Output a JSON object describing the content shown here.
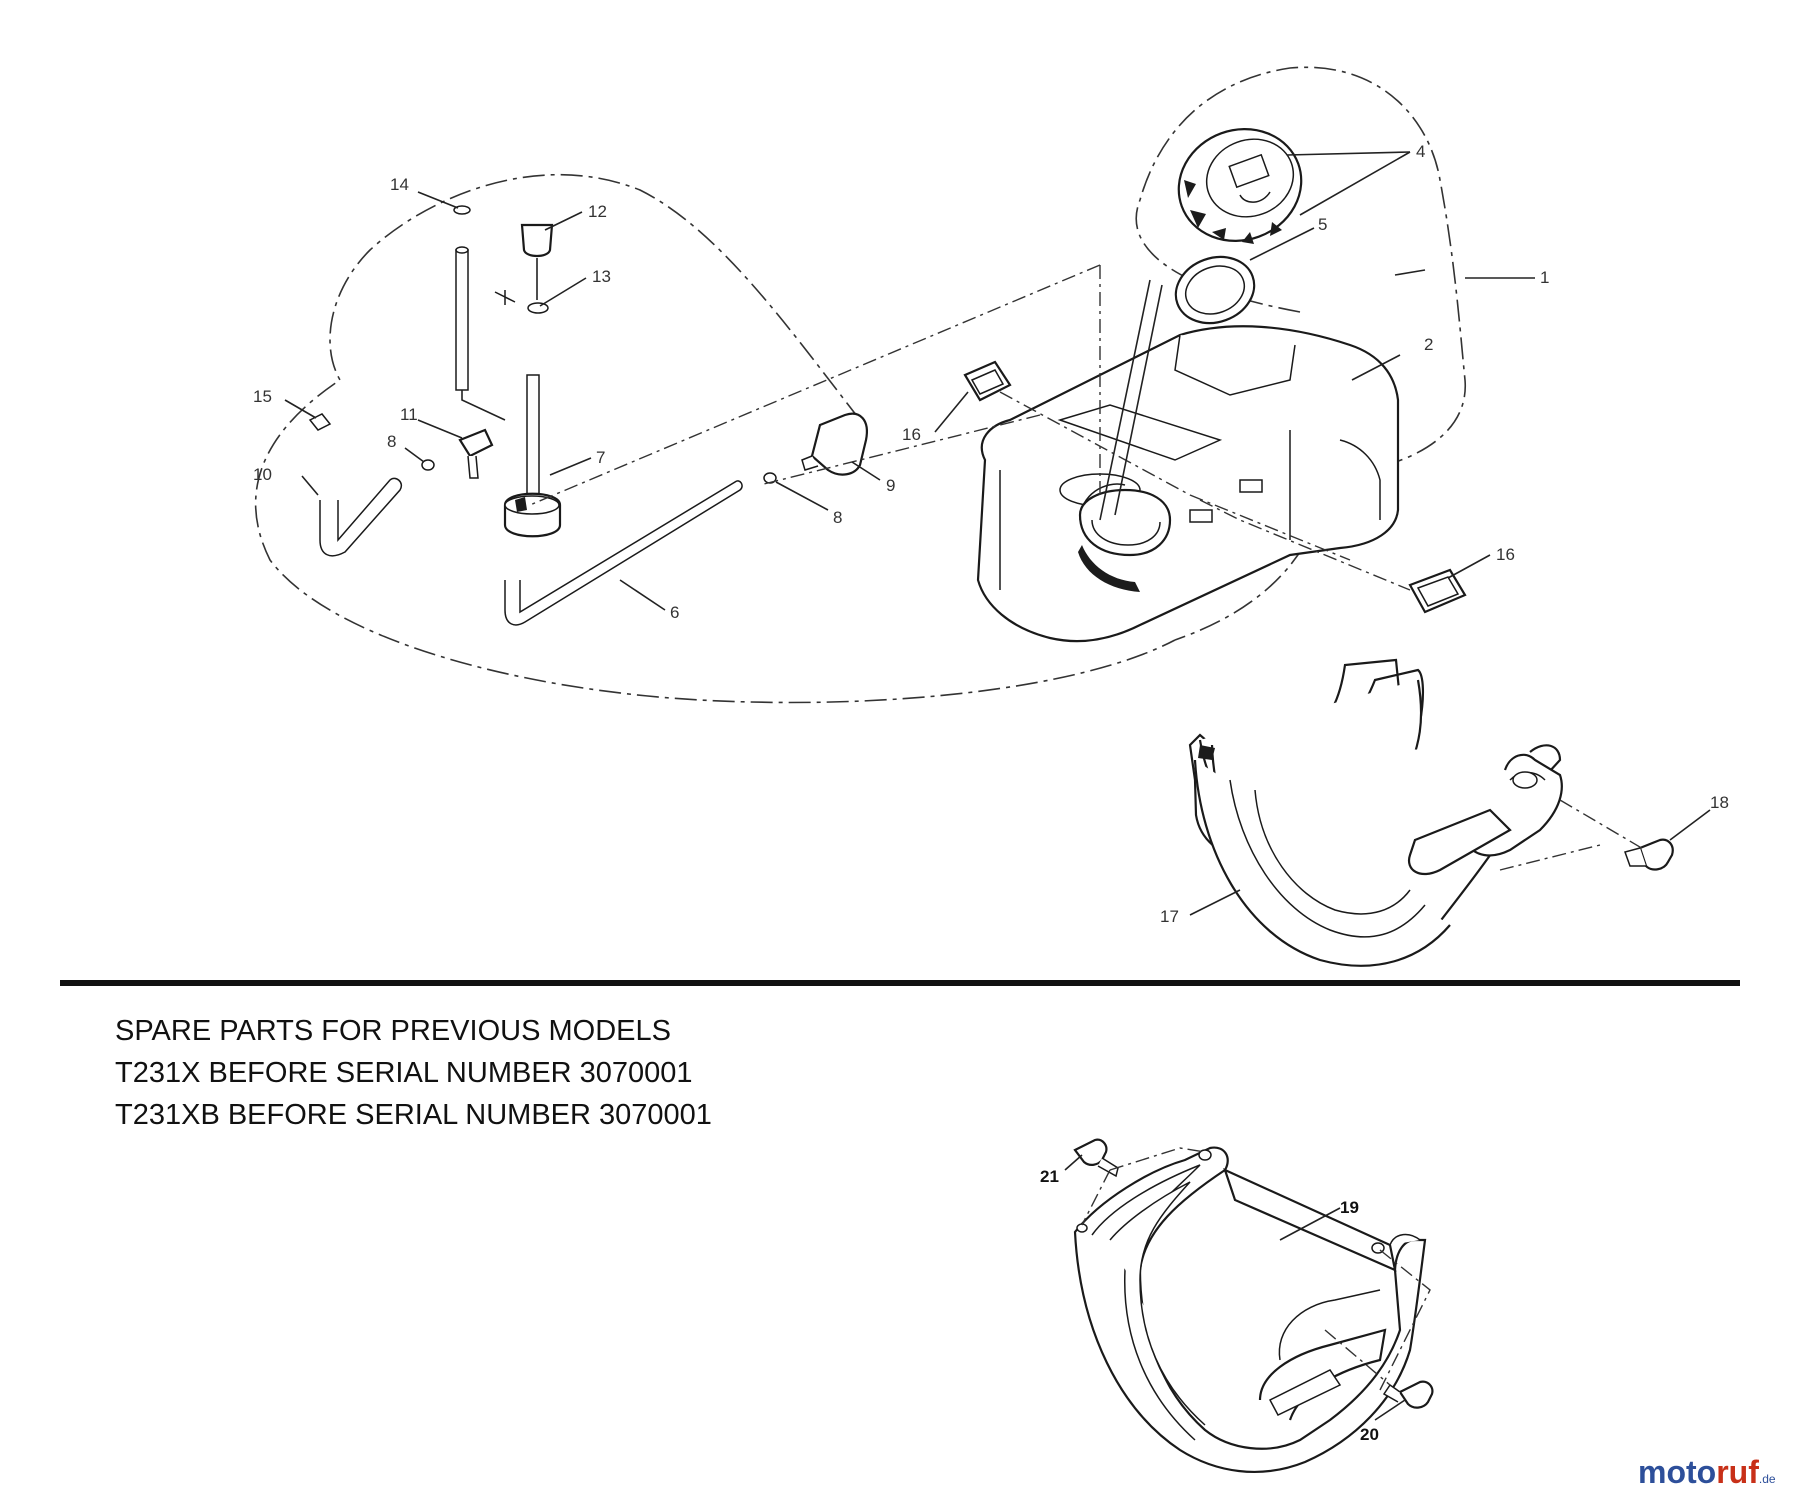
{
  "callouts": {
    "c1": "1",
    "c2": "2",
    "c4": "4",
    "c5": "5",
    "c6": "6",
    "c7": "7",
    "c8a": "8",
    "c8b": "8",
    "c9": "9",
    "c10": "10",
    "c11": "11",
    "c12": "12",
    "c13": "13",
    "c14": "14",
    "c15": "15",
    "c16a": "16",
    "c16b": "16",
    "c17": "17",
    "c18": "18",
    "c19": "19",
    "c20": "20",
    "c21": "21"
  },
  "note": {
    "line1": "SPARE PARTS FOR PREVIOUS MODELS",
    "line2": "T231X BEFORE SERIAL NUMBER 3070001",
    "line3": "T231XB BEFORE SERIAL NUMBER 3070001"
  },
  "watermark": {
    "part1": "moto",
    "part2": "ruf",
    "suffix": ".de"
  },
  "colors": {
    "line": "#1a1a1a",
    "logo_blue": "#2d4f9a",
    "logo_red": "#c83018"
  }
}
